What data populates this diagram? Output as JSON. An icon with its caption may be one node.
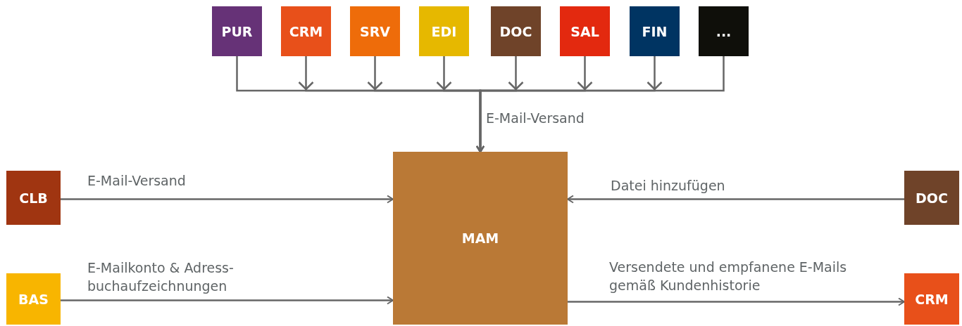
{
  "diagram": {
    "nodes": [
      {
        "text": [
          "PUR"
        ]
      },
      {
        "text": [
          "CRM"
        ]
      },
      {
        "text": [
          "SRV"
        ]
      },
      {
        "text": [
          "EDI"
        ]
      },
      {
        "text": [
          "DOC"
        ]
      },
      {
        "text": [
          "SAL"
        ]
      },
      {
        "text": [
          "FIN"
        ]
      },
      {
        "text": [
          "..."
        ]
      },
      {
        "text": [
          "CLB"
        ]
      },
      {
        "text": [
          "MAM"
        ]
      },
      {
        "text": [
          "DOC"
        ]
      },
      {
        "text": [
          "BAS"
        ]
      },
      {
        "text": [
          "CRM"
        ]
      }
    ],
    "edges": [
      {
        "from": 0,
        "to": 9,
        "arrow": "to",
        "label": "E-Mail-Versand"
      },
      {
        "from": 1,
        "to": 9,
        "arrow": "to"
      },
      {
        "from": 2,
        "to": 9,
        "arrow": "to"
      },
      {
        "from": 3,
        "to": 9,
        "arrow": "to"
      },
      {
        "from": 4,
        "to": 9,
        "arrow": "to"
      },
      {
        "from": 5,
        "to": 9,
        "arrow": "to"
      },
      {
        "from": 6,
        "to": 9,
        "arrow": "to"
      },
      {
        "from": 7,
        "to": 9,
        "arrow": "to"
      },
      {
        "from": 8,
        "to": 9,
        "arrow": "to",
        "label": "E-Mail-Versand"
      },
      {
        "from": 11,
        "to": 9,
        "arrow": "to",
        "label": "E-Mailkonto & Adress- buchaufzeichnungen"
      },
      {
        "from": 10,
        "to": 9,
        "arrow": "to",
        "label": "Datei hinzufügen"
      },
      {
        "from": 9,
        "to": 12,
        "arrow": "to",
        "label": "Versendete und empfanene E-Mails gemäß Kundenhistorie"
      }
    ]
  }
}
